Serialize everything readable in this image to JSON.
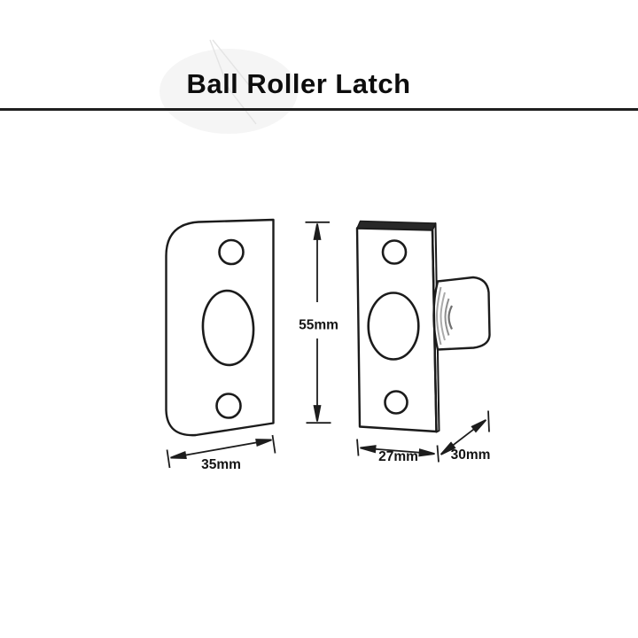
{
  "header": {
    "title": "Ball Roller Latch"
  },
  "dimensions": {
    "height": "55mm",
    "faceplate_width": "35mm",
    "body_width": "27mm",
    "barrel_depth": "30mm"
  },
  "colors": {
    "line": "#1c1c1c",
    "plate_edge_dark": "#282828",
    "arc_gray": "#9a9a9a",
    "watermark": "#f5f5f5"
  }
}
